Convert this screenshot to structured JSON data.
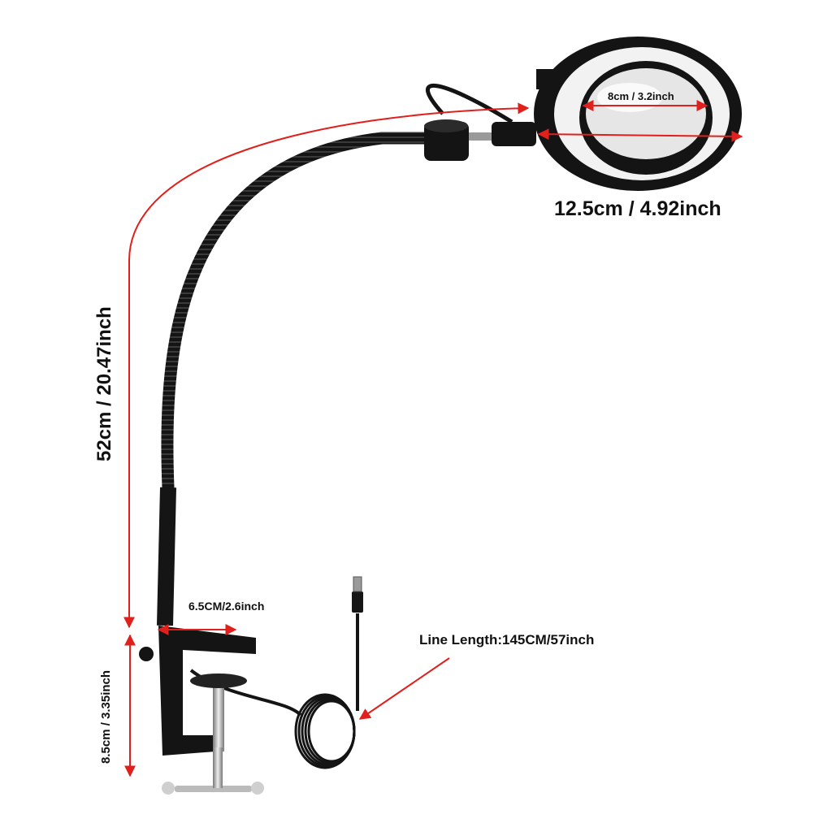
{
  "labels": {
    "outer_diameter": "12.5cm / 4.92inch",
    "lens_diameter": "8cm / 3.2inch",
    "arm_length": "52cm / 20.47inch",
    "clamp_width": "6.5CM/2.6inch",
    "clamp_height": "8.5cm / 3.35inch",
    "line_length": "Line Length:145CM/57inch"
  },
  "colors": {
    "dimension_line": "#e0201c",
    "lamp_body": "#121212",
    "label_text": "#111111",
    "background": "#ffffff"
  }
}
